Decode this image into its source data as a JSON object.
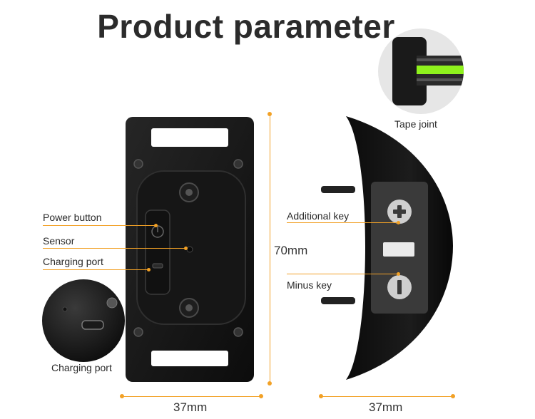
{
  "title": "Product parameter",
  "labels": {
    "power_button": "Power button",
    "sensor": "Sensor",
    "charging_port": "Charging port",
    "charging_port_detail": "Charging port",
    "tape_joint": "Tape joint",
    "additional_key": "Additional key",
    "minus_key": "Minus key"
  },
  "dimensions": {
    "height": "70mm",
    "width_back": "37mm",
    "width_side": "37mm"
  },
  "colors": {
    "accent": "#f2a126",
    "device": "#141414",
    "strap_green": "#8ff21d"
  }
}
